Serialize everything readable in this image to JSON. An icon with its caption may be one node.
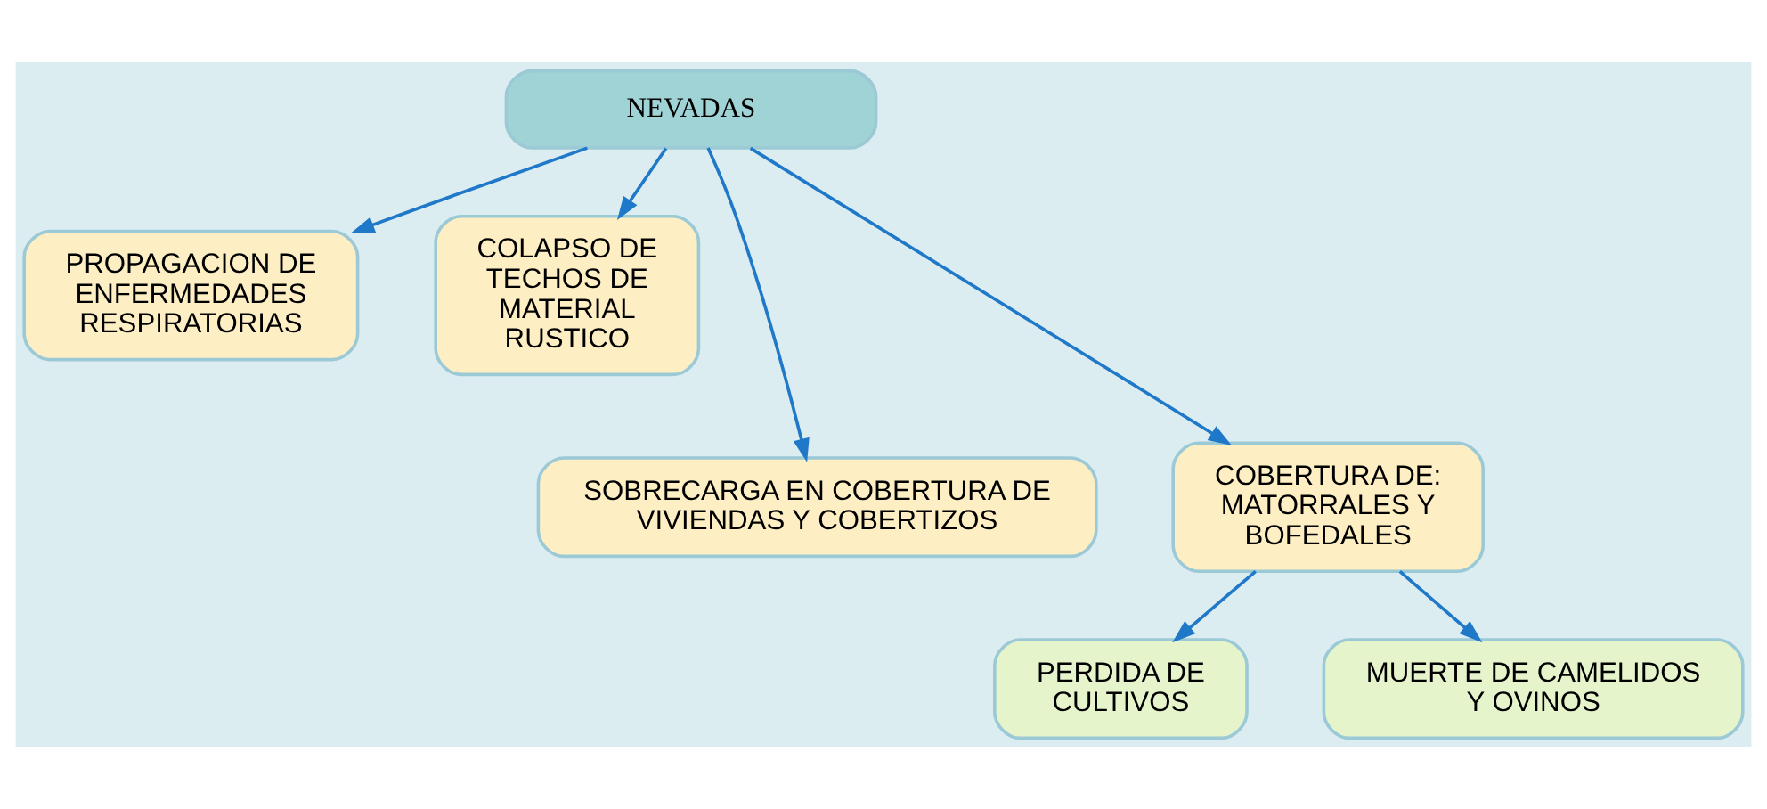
{
  "diagram": {
    "nodes": [
      {
        "text": [
          "NEVADAS"
        ]
      },
      {
        "text": [
          "PROPAGACION DE ENFERMEDADES RESPIRATORIAS"
        ]
      },
      {
        "text": [
          "COLAPSO DE TECHOS DE MATERIAL RUSTICO"
        ]
      },
      {
        "text": [
          "SOBRECARGA EN COBERTURA DE VIVIENDAS Y COBERTIZOS"
        ]
      },
      {
        "text": [
          "COBERTURA DE: MATORRALES Y BOFEDALES"
        ]
      },
      {
        "text": [
          "PERDIDA DE CULTIVOS"
        ]
      },
      {
        "text": [
          "MUERTE DE CAMELIDOS Y OVINOS"
        ]
      }
    ],
    "edges": [
      {
        "from": 0,
        "to": 1,
        "arrow": "to"
      },
      {
        "from": 0,
        "to": 2,
        "arrow": "to"
      },
      {
        "from": 0,
        "to": 3,
        "arrow": "to"
      },
      {
        "from": 0,
        "to": 4,
        "arrow": "to"
      },
      {
        "from": 4,
        "to": 5,
        "arrow": "to"
      },
      {
        "from": 4,
        "to": 6,
        "arrow": "to"
      }
    ]
  }
}
